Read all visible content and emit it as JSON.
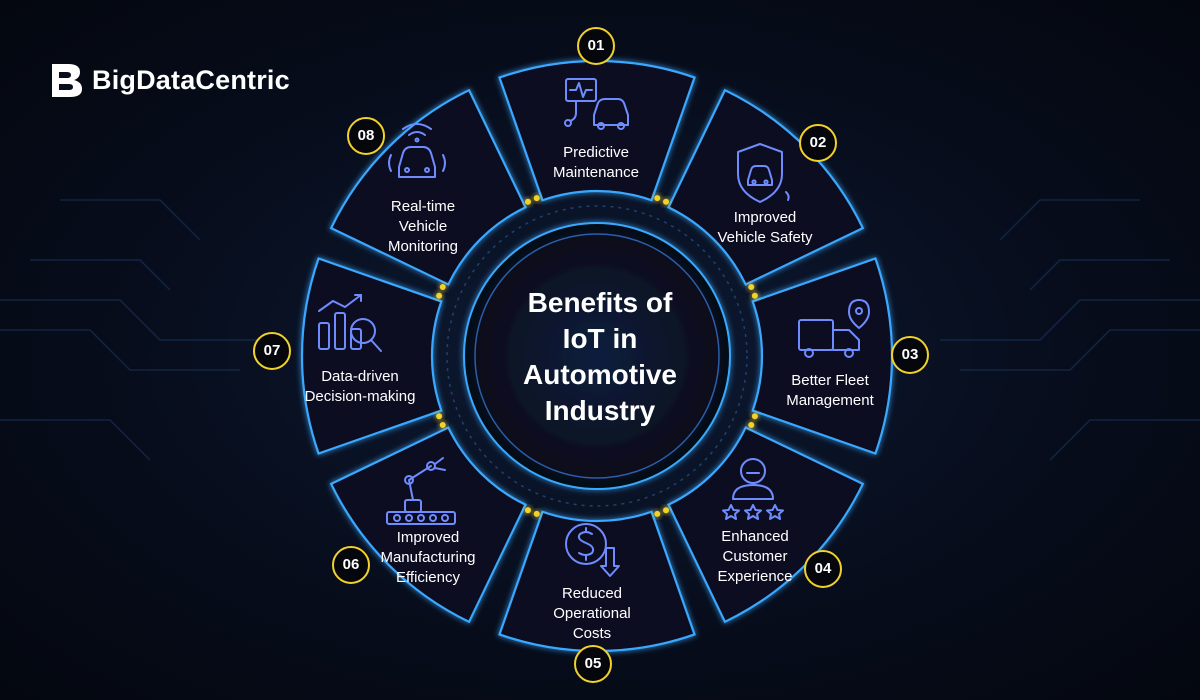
{
  "brand": {
    "name": "BigDataCentric"
  },
  "title_lines": [
    "Benefits of",
    "IoT in",
    "Automotive",
    "Industry"
  ],
  "colors": {
    "accent_yellow": "#f2d22a",
    "neon_blue": "#3aa8ff",
    "icon_blue": "#6f8cff",
    "background": "#070d1c"
  },
  "segments": [
    {
      "number": "01",
      "label_lines": [
        "Predictive",
        "Maintenance"
      ],
      "icon": "car-diagnostics-icon"
    },
    {
      "number": "02",
      "label_lines": [
        "Improved",
        "Vehicle Safety"
      ],
      "icon": "shield-car-icon"
    },
    {
      "number": "03",
      "label_lines": [
        "Better Fleet",
        "Management"
      ],
      "icon": "truck-location-icon"
    },
    {
      "number": "04",
      "label_lines": [
        "Enhanced",
        "Customer",
        "Experience"
      ],
      "icon": "customer-rating-icon"
    },
    {
      "number": "05",
      "label_lines": [
        "Reduced",
        "Operational",
        "Costs"
      ],
      "icon": "dollar-down-icon"
    },
    {
      "number": "06",
      "label_lines": [
        "Improved",
        "Manufacturing",
        "Efficiency"
      ],
      "icon": "robot-arm-icon"
    },
    {
      "number": "07",
      "label_lines": [
        "Data-driven",
        "Decision-making"
      ],
      "icon": "chart-magnifier-icon"
    },
    {
      "number": "08",
      "label_lines": [
        "Real-time",
        "Vehicle",
        "Monitoring"
      ],
      "icon": "car-signal-icon"
    }
  ]
}
